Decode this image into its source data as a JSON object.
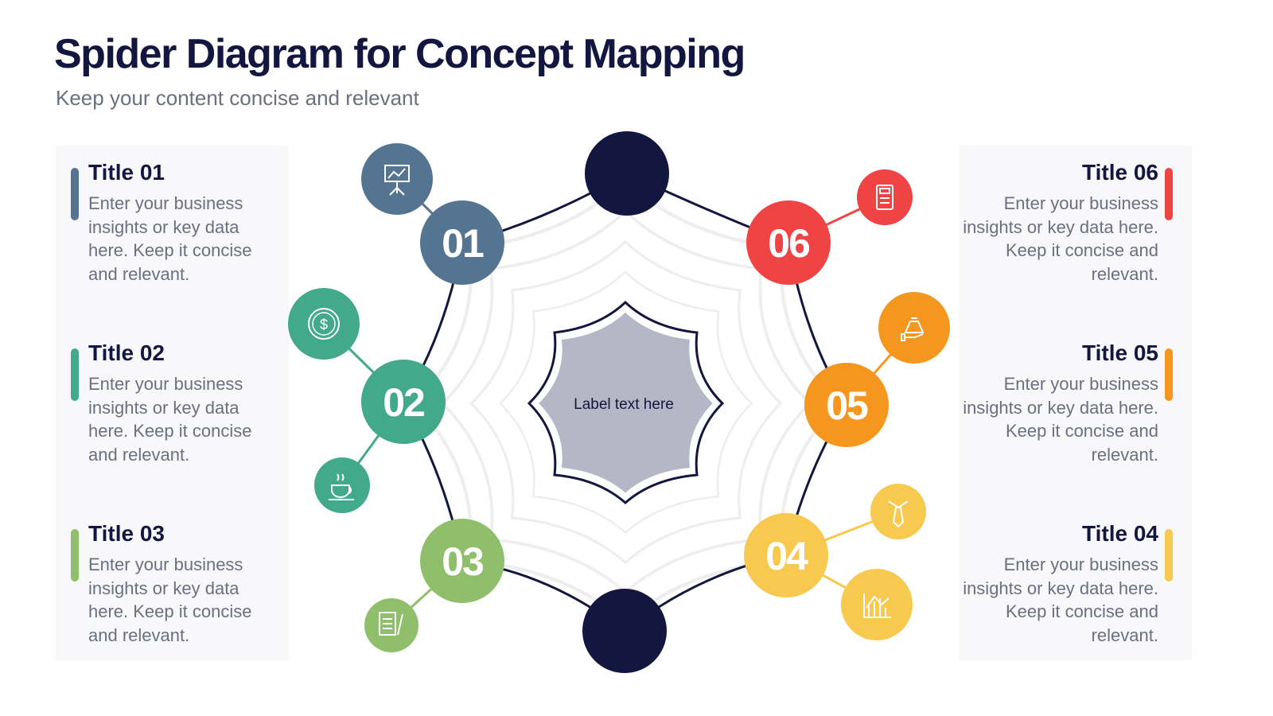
{
  "header": {
    "title": "Spider Diagram for Concept Mapping",
    "subtitle": "Keep your content concise and relevant"
  },
  "center_label": "Label text here",
  "items": [
    {
      "number": "01",
      "title": "Title 01",
      "body": "Enter your business insights or key data here. Keep it concise and relevant.",
      "color": "#557491",
      "icons": [
        "presentation-chart-icon"
      ]
    },
    {
      "number": "02",
      "title": "Title 02",
      "body": "Enter your business insights or key data here. Keep it concise and relevant.",
      "color": "#42a98a",
      "icons": [
        "dollar-coin-icon",
        "coffee-cup-icon"
      ]
    },
    {
      "number": "03",
      "title": "Title 03",
      "body": "Enter your business insights or key data here. Keep it concise and relevant.",
      "color": "#8fbf6a",
      "icons": [
        "document-pencil-icon"
      ]
    },
    {
      "number": "04",
      "title": "Title 04",
      "body": "Enter your business insights or key data here. Keep it concise and relevant.",
      "color": "#f7c94f",
      "icons": [
        "tie-icon",
        "bar-chart-icon"
      ]
    },
    {
      "number": "05",
      "title": "Title 05",
      "body": "Enter your business insights or key data here. Keep it concise and relevant.",
      "color": "#f5961f",
      "icons": [
        "money-bag-hand-icon"
      ]
    },
    {
      "number": "06",
      "title": "Title 06",
      "body": "Enter your business insights or key data here. Keep it concise and relevant.",
      "color": "#f04444",
      "icons": [
        "calculator-icon"
      ]
    }
  ],
  "colors": {
    "hub": "#13163f",
    "center_fill": "#b5b7c6",
    "text_muted": "#6b6f80"
  }
}
